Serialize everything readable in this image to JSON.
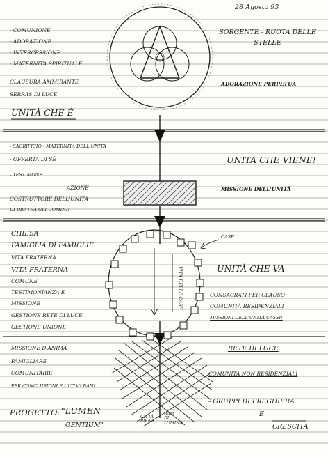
{
  "date": "28 Agosto 93",
  "top": {
    "left_items": [
      "- COMUNIONE",
      "- ADORAZIONE",
      "- INTERCESSIONE",
      "- MATERNITÀ SPIRITUALE",
      "CLAUSURA AMMIRANTE",
      "SERRAS DI LUCE",
      "UNITÀ CHE È"
    ],
    "right_title": "SORGENTE - RUOTA DELLE STELLE",
    "right_note": "ADORAZIONE PERPETUA"
  },
  "middle": {
    "left_items": [
      "- SACRIFICIO - MATERNITÀ DELL'UNITÀ",
      "- OFFERTA DI SÈ",
      "- TESTIMONE",
      "AZIONE",
      "COSTRUTTORE DELL'UNITÀ",
      "DI DIO TRA GLI UOMINI!"
    ],
    "right_title": "UNITÀ CHE VIENE!",
    "right_note": "MISSIONE DELL'UNITÀ"
  },
  "lower": {
    "left_items": [
      "CHIESA",
      "FAMIGLIA DI FAMIGLIE",
      "VITA FRATERNA",
      "VITA FRATERNA",
      "COMUNE",
      "TESTIMONIANZA E",
      "MISSIONE",
      "GESTIONE RETE DI LUCE",
      "GESTIONE UNIONE"
    ],
    "ring_label": "CASE",
    "ring_vertical_text": "VITA DELLE CASE",
    "right_title": "UNITÀ CHE VA",
    "right_notes": [
      "CONSACRATI PER CLAUSO",
      "COMUNITÀ RESIDENZIALI",
      "MISSIONI DELL'UNITÀ CASSI!"
    ]
  },
  "bottom": {
    "left_items": [
      "MISSIONE D'ANIMA",
      "FAMIGLIARE",
      "COMUNITARIE",
      "PER CONCLUSIONI E ULTIMI BANI"
    ],
    "project_label": "PROGETTO:",
    "project_name_line1": "\"LUMEN",
    "project_name_line2": "GENTIUM\"",
    "vertical_text_1": "CITTÀ\nPIENA",
    "vertical_text_2": "BAIA\nDI\nLUMINA",
    "right_title": "RETE DI LUCE",
    "right_notes": [
      "COMUNITÀ NON RESIDENZIALI",
      "- GRUPPI DI PREGHIERA",
      "E",
      "CRESCITA"
    ]
  }
}
